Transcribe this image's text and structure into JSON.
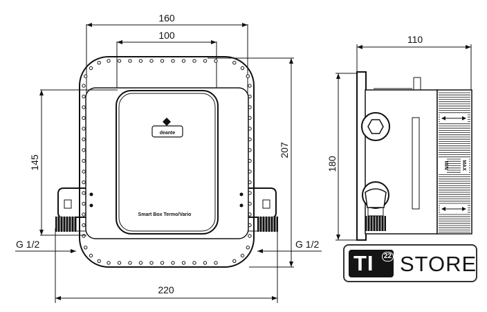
{
  "dimensions": {
    "width_160": "160",
    "width_100": "100",
    "width_110": "110",
    "height_145": "145",
    "height_207": "207",
    "height_180": "180",
    "width_220": "220",
    "thread_left": "G 1/2",
    "thread_right": "G 1/2"
  },
  "product": {
    "brand": "deante",
    "label": "Smart Box Termo/Vario"
  },
  "side_view": {
    "mark_min": "MIN",
    "mark_max": "MAX"
  },
  "badge": {
    "logo_letters": "TI",
    "logo_superscript": "22",
    "word": "STORE"
  },
  "colors": {
    "line": "#111111",
    "badge_dark": "#141414"
  }
}
